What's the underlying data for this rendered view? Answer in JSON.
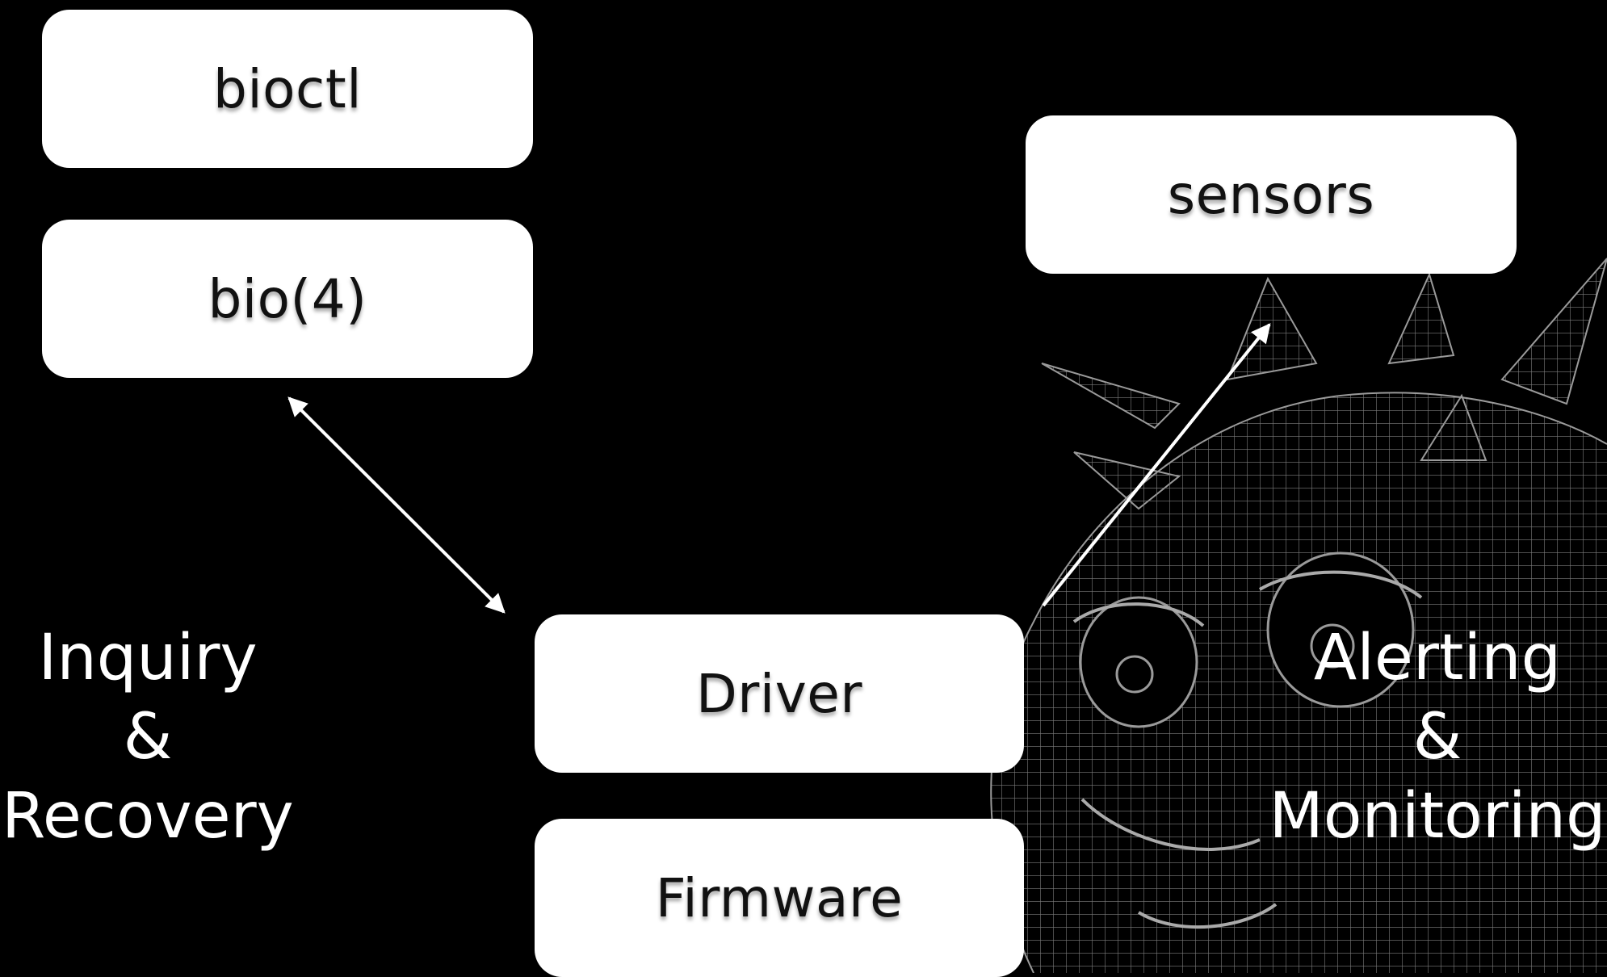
{
  "boxes": {
    "bioctl": "bioctl",
    "bio4": "bio(4)",
    "sensors": "sensors",
    "driver": "Driver",
    "firmware": "Firmware"
  },
  "left_label": [
    "Inquiry",
    "&",
    "Recovery"
  ],
  "right_label": [
    "Alerting",
    "&",
    "Monitoring"
  ],
  "colors": {
    "background": "#000000",
    "box_fill": "#ffffff",
    "box_text": "#111111",
    "label_text": "#ffffff",
    "wireframe": "#8a8a8a"
  },
  "background_art": "wireframe-mascot-head-with-spikes"
}
